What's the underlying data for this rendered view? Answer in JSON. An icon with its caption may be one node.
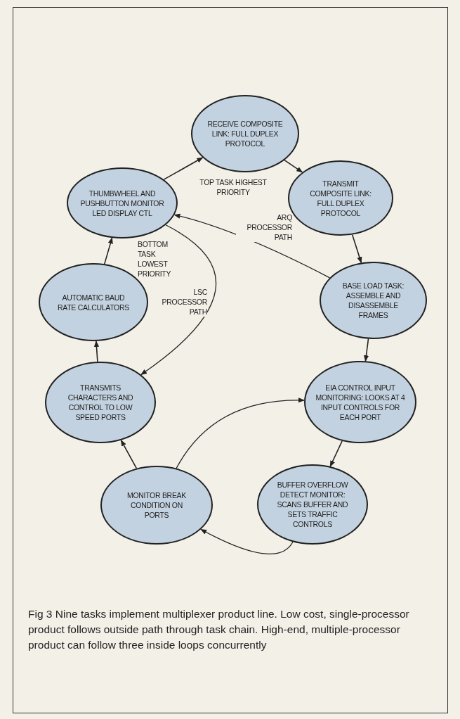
{
  "diagram": {
    "caption": "Fig 3 Nine tasks implement multiplexer product line. Low cost, single-processor product follows outside path through task chain. High-end, multiple-processor product can follow three inside loops concurrently",
    "nodes": [
      {
        "text": [
          "RECEIVE COMPOSITE LINK: FULL DUPLEX PROTOCOL"
        ]
      },
      {
        "text": [
          "TRANSMIT COMPOSITE LINK: FULL DUPLEX PROTOCOL"
        ]
      },
      {
        "text": [
          "BASE LOAD TASK: ASSEMBLE AND DISASSEMBLE FRAMES"
        ]
      },
      {
        "text": [
          "EIA CONTROL INPUT MONITORING: LOOKS AT 4 INPUT CONTROLS FOR EACH PORT"
        ]
      },
      {
        "text": [
          "BUFFER OVERFLOW DETECT MONITOR: SCANS BUFFER AND SETS TRAFFIC CONTROLS"
        ]
      },
      {
        "text": [
          "MONITOR BREAK CONDITION ON PORTS"
        ]
      },
      {
        "text": [
          "TRANSMITS CHARACTERS AND CONTROL TO LOW SPEED PORTS"
        ]
      },
      {
        "text": [
          "AUTOMATIC BAUD RATE CALCULATORS"
        ]
      },
      {
        "text": [
          "THUMBWHEEL AND PUSHBUTTON MONITOR LED DISPLAY CTL"
        ]
      }
    ],
    "edges": [
      {
        "from": 8,
        "to": 0,
        "arrow": "to"
      },
      {
        "from": 0,
        "to": 1,
        "arrow": "to"
      },
      {
        "from": 1,
        "to": 2,
        "arrow": "to"
      },
      {
        "from": 2,
        "to": 3,
        "arrow": "to"
      },
      {
        "from": 3,
        "to": 4,
        "arrow": "to"
      },
      {
        "from": 4,
        "to": 5,
        "arrow": "to"
      },
      {
        "from": 5,
        "to": 6,
        "arrow": "to"
      },
      {
        "from": 6,
        "to": 7,
        "arrow": "to"
      },
      {
        "from": 7,
        "to": 8,
        "arrow": "to"
      },
      {
        "from": 2,
        "to": 8,
        "arrow": "to",
        "label": "ARQ PROCESSOR PATH"
      },
      {
        "from": 8,
        "to": 6,
        "arrow": "to",
        "label": "LSC PROCESSOR PATH"
      },
      {
        "from": 5,
        "to": 3,
        "arrow": "to"
      }
    ],
    "labels": [
      "TOP TASK HIGHEST PRIORITY",
      "BOTTOM TASK LOWEST PRIORITY"
    ]
  }
}
